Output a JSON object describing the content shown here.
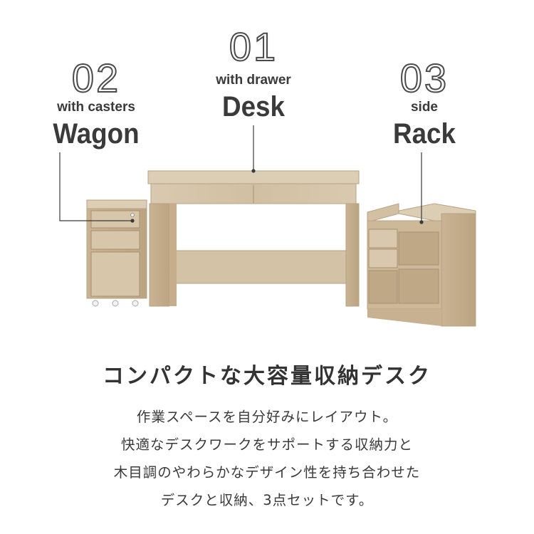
{
  "items": [
    {
      "number": "01",
      "subtitle": "with drawer",
      "name": "Desk"
    },
    {
      "number": "02",
      "subtitle": "with casters",
      "name": "Wagon"
    },
    {
      "number": "03",
      "subtitle": "side",
      "name": "Rack"
    }
  ],
  "headline": "コンパクトな大容量収納デスク",
  "description": [
    "作業スペースを自分好みにレイアウト。",
    "快適なデスクワークをサポートする収納力と",
    "木目調のやわらかなデザイン性を持ち合わせた",
    "デスクと収納、3点セットです。"
  ],
  "colors": {
    "wood": "#d8c7ad",
    "wood_dark": "#bfa886",
    "line": "#3a3a3a",
    "text": "#3a3a3a"
  }
}
